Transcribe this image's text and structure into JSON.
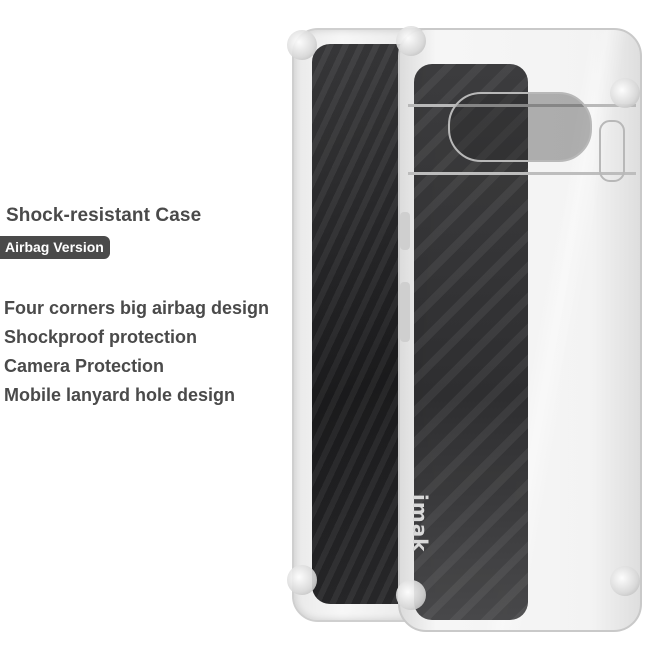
{
  "product": {
    "title": "Shock-resistant Case",
    "badge": "Airbag Version",
    "features": [
      "Four corners big airbag design",
      "Shockproof protection",
      "Camera Protection",
      "Mobile lanyard hole design"
    ],
    "brand_logo": "imak"
  },
  "colors": {
    "text": "#4a4a4a",
    "badge_bg": "#4a4a4a",
    "badge_text": "#ffffff",
    "background": "#ffffff"
  }
}
